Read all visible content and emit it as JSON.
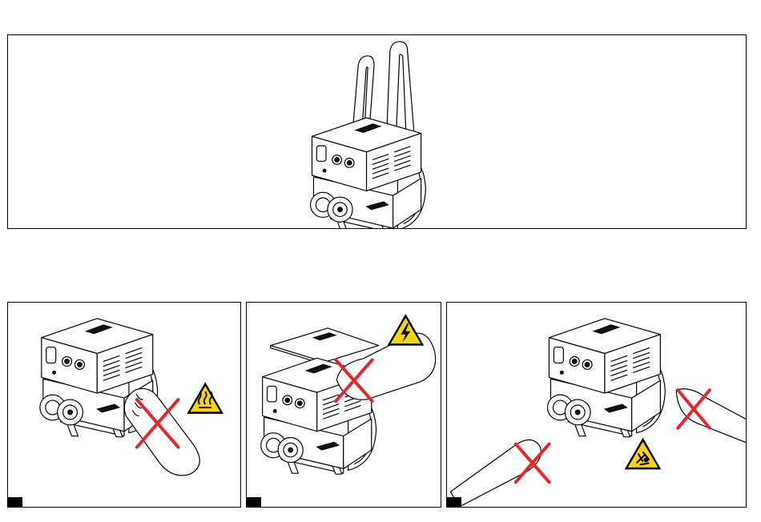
{
  "colors": {
    "line": "#000000",
    "prohibition": "#e8252b",
    "warning_fill": "#f7d117",
    "background": "#ffffff"
  },
  "panels": [
    {
      "id": "lifting",
      "icon": "generator-lifting-straps-illustration"
    },
    {
      "id": "hot",
      "icon": "hot-surface-warning-icon",
      "prohibition": "do-not-touch-hot-surface"
    },
    {
      "id": "electric",
      "icon": "electric-shock-warning-icon",
      "prohibition": "do-not-reach-under-cover"
    },
    {
      "id": "moving",
      "icon": "moving-parts-warning-icon",
      "prohibition": "do-not-touch-moving-parts"
    }
  ]
}
